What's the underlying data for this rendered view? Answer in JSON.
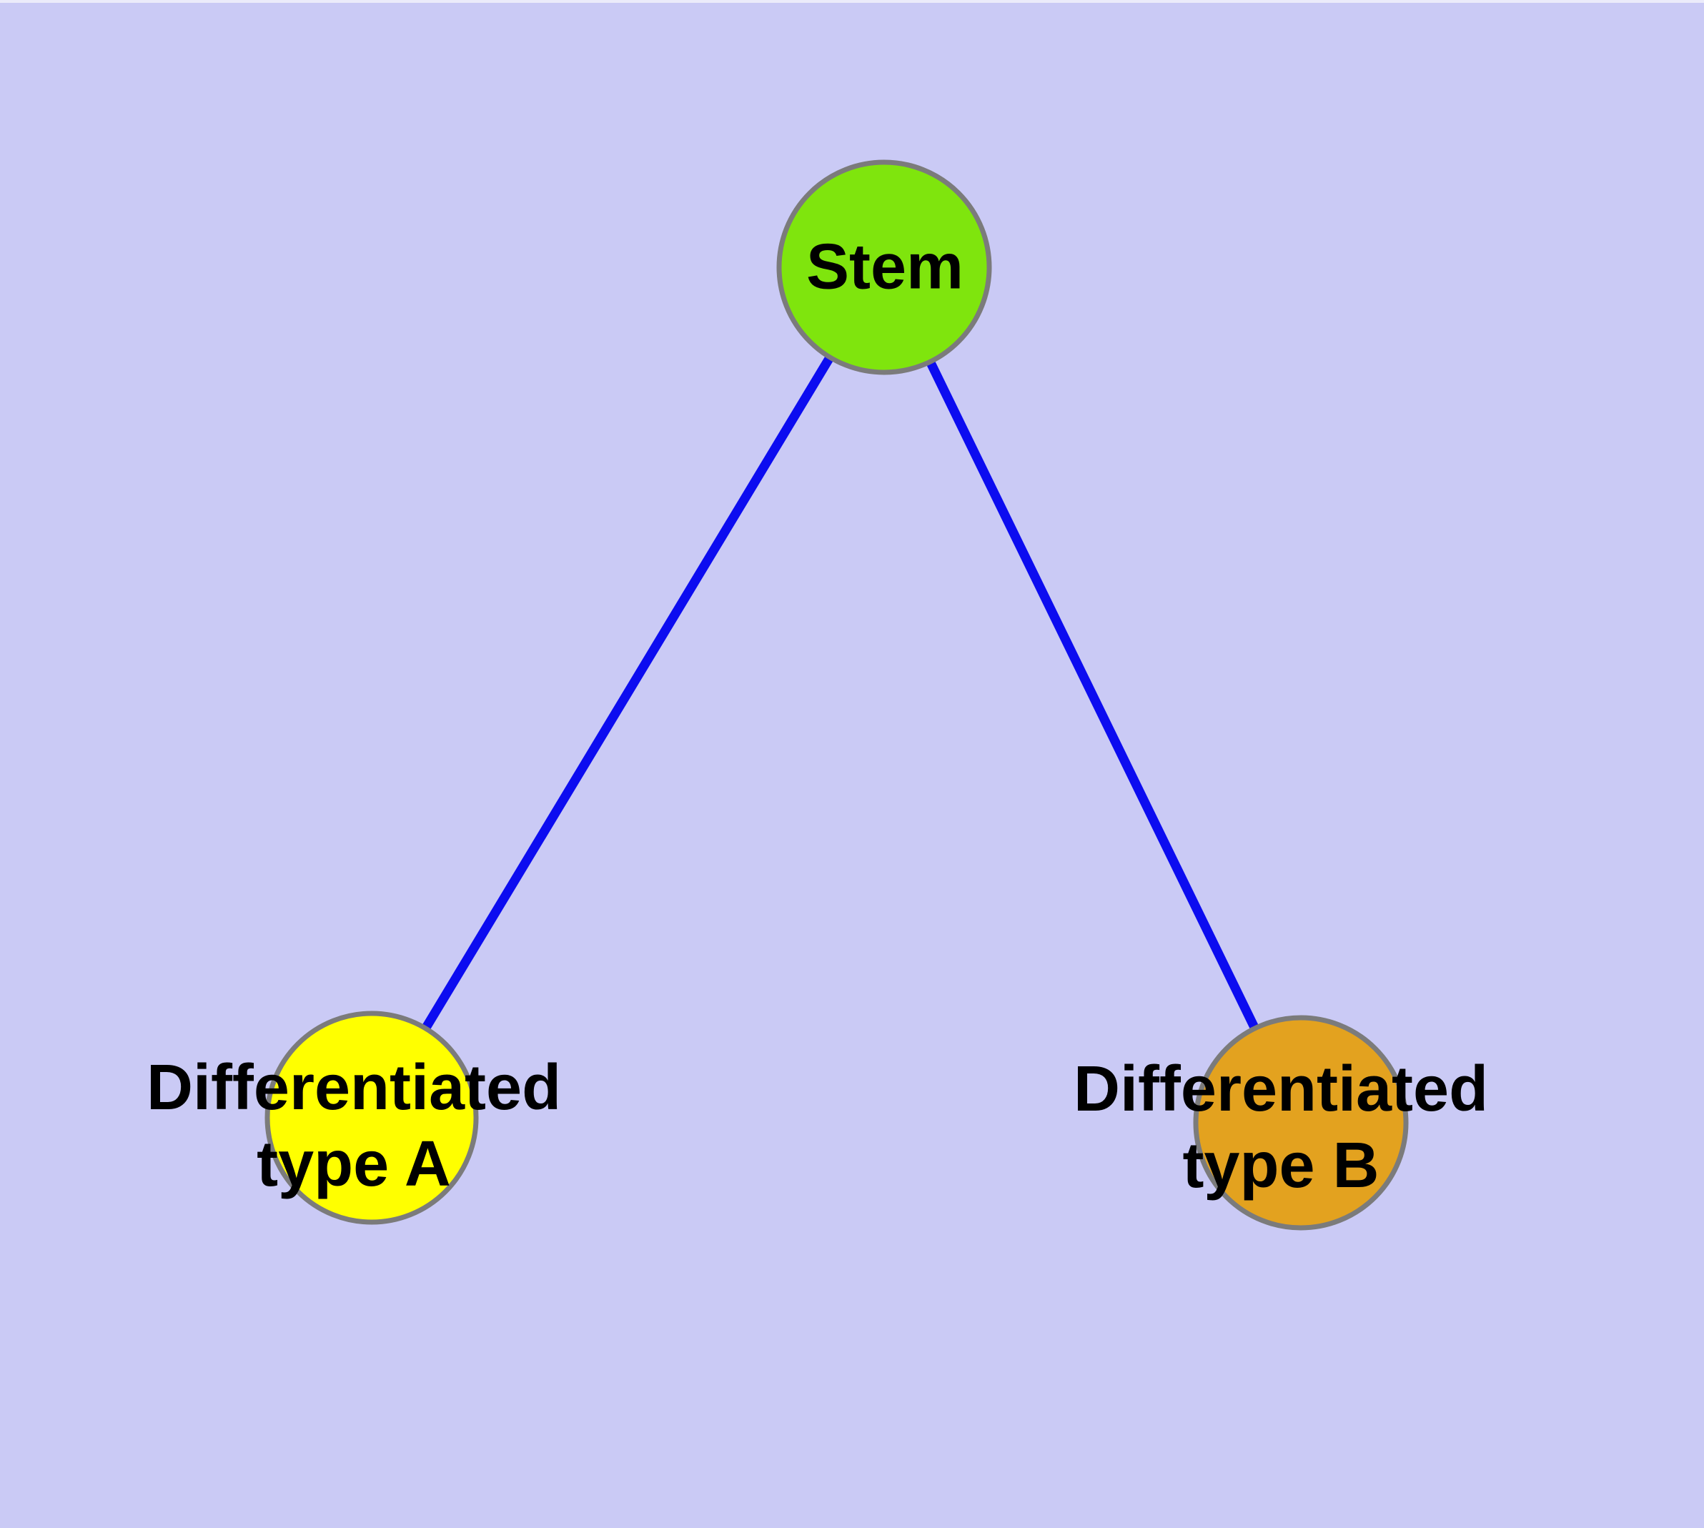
{
  "diagram": {
    "background_color": "#cacaf5",
    "top_edge_highlight": "#ebebfa",
    "node_border_color": "#7b7b7b",
    "edge_color": "#0c0cf0",
    "nodes": {
      "stem": {
        "label": "Stem",
        "color": "#7fe50d"
      },
      "type_a": {
        "label": "Differentiated\ntype A",
        "color": "#ffff00"
      },
      "type_b": {
        "label": "Differentiated\ntype B",
        "color": "#e3a21f"
      }
    },
    "edges": [
      {
        "from": "Stem",
        "to": "Differentiated type A"
      },
      {
        "from": "Stem",
        "to": "Differentiated type B"
      }
    ]
  }
}
